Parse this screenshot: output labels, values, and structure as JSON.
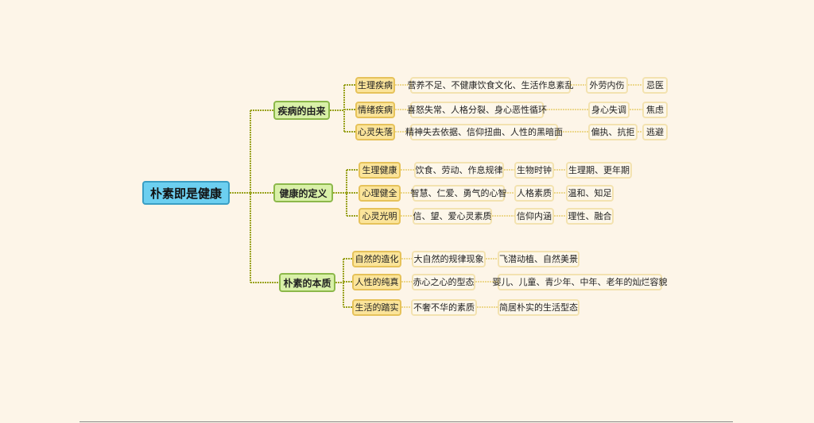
{
  "root": "朴素即是健康",
  "branches": [
    {
      "label": "疾病的由来",
      "children": [
        {
          "label": "生理疾病",
          "items": [
            "营养不足、不健康饮食文化、生活作息紊乱",
            "外劳内伤",
            "忌医"
          ]
        },
        {
          "label": "情绪疾病",
          "items": [
            "喜怒失常、人格分裂、身心恶性循环",
            "身心失调",
            "焦虑"
          ]
        },
        {
          "label": "心灵失落",
          "items": [
            "精神失去依据、信仰扭曲、人性的黑暗面",
            "偏执、抗拒",
            "逃避"
          ]
        }
      ]
    },
    {
      "label": "健康的定义",
      "children": [
        {
          "label": "生理健康",
          "items": [
            "饮食、劳动、作息规律",
            "生物时钟",
            "生理期、更年期"
          ]
        },
        {
          "label": "心理健全",
          "items": [
            "智慧、仁爱、勇气的心智",
            "人格素质",
            "温和、知足"
          ]
        },
        {
          "label": "心灵光明",
          "items": [
            "信、望、爱心灵素质",
            "信仰内涵",
            "理性、融合"
          ]
        }
      ]
    },
    {
      "label": "朴素的本质",
      "children": [
        {
          "label": "自然的造化",
          "items": [
            "大自然的规律现象",
            "飞潜动植、自然美景"
          ]
        },
        {
          "label": "人性的纯真",
          "items": [
            "赤心之心的型态",
            "婴儿、儿童、青少年、中年、老年的灿烂容貌"
          ]
        },
        {
          "label": "生活的踏实",
          "items": [
            "不奢不华的素质",
            "简居朴实的生活型态"
          ]
        }
      ]
    }
  ],
  "colors": {
    "root": "#6ccff0",
    "branch": "#d9f0a8",
    "sub": "#fbe49a",
    "leaf": "#fdf7ea",
    "line_main": "#9aa21e",
    "line_sub": "#e8cf70"
  }
}
